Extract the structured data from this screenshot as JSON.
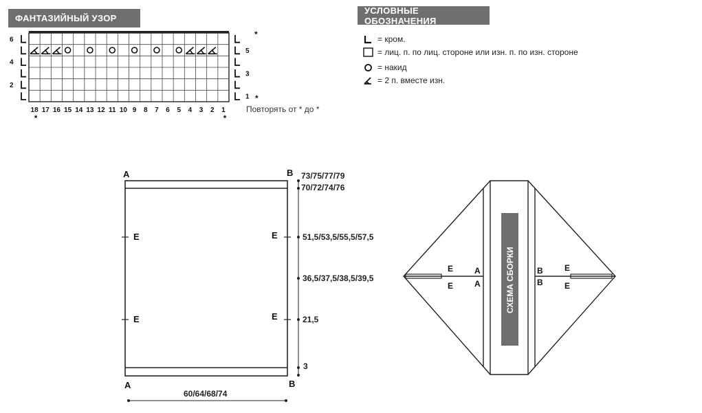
{
  "pattern": {
    "title": "ФАНТАЗИЙНЫЙ УЗОР",
    "left_row_numbers": [
      "6",
      "4",
      "2"
    ],
    "right_row_numbers": [
      "5",
      "3",
      "1"
    ],
    "star_top": "*",
    "star_bottom": "*",
    "col_numbers": [
      "18",
      "17",
      "16",
      "15",
      "14",
      "13",
      "12",
      "11",
      "10",
      "9",
      "8",
      "7",
      "6",
      "5",
      "4",
      "3",
      "2",
      "1"
    ],
    "stars_below": [
      "*",
      "*"
    ],
    "repeat_text": "Повторять от * до *"
  },
  "legend": {
    "title": "УСЛОВНЫЕ ОБОЗНАЧЕНИЯ",
    "items": [
      {
        "icon": "edge-stitch-icon",
        "text": "= кром."
      },
      {
        "icon": "square-icon",
        "text": "= лиц. п. по лиц. стороне или изн. п. по изн. стороне"
      },
      {
        "icon": "circle-icon",
        "text": "= накид"
      },
      {
        "icon": "triangle-icon",
        "text": "= 2 п. вместе изн."
      }
    ]
  },
  "pattern_piece": {
    "corner_top_left": "A",
    "corner_top_right": "B",
    "corner_bottom_left": "A",
    "corner_bottom_right": "B",
    "e_marks": [
      "E",
      "E",
      "E",
      "E"
    ],
    "measure_labels": [
      "73/75/77/79",
      "70/72/74/76",
      "51,5/53,5/55,5/57,5",
      "36,5/37,5/38,5/39,5",
      "21,5",
      "3"
    ],
    "width_label": "60/64/68/74"
  },
  "assembly": {
    "title": "СХЕМА СБОРКИ",
    "labels_left": [
      "E",
      "E",
      "A",
      "A"
    ],
    "labels_right": [
      "B",
      "B",
      "E",
      "E"
    ]
  }
}
